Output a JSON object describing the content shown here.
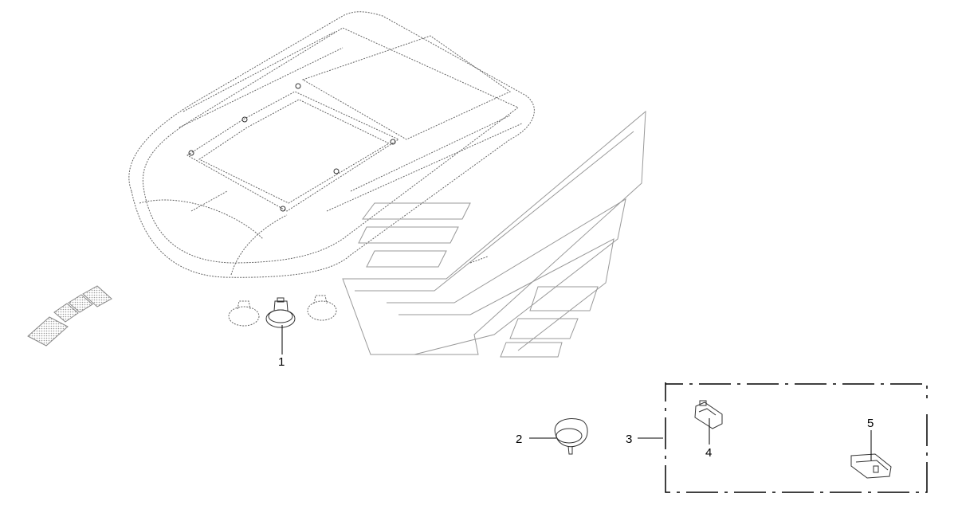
{
  "diagram": {
    "callouts": [
      {
        "id": "1",
        "label": "1"
      },
      {
        "id": "2",
        "label": "2"
      },
      {
        "id": "3",
        "label": "3"
      },
      {
        "id": "4",
        "label": "4"
      },
      {
        "id": "5",
        "label": "5"
      }
    ],
    "parts": [
      "roof-hood",
      "cab-frame-outline",
      "direction-arrow",
      "lamp-left",
      "lamp-center",
      "lamp-right",
      "lamp-single",
      "wiring-harness",
      "harness-connector-a",
      "harness-connector-b",
      "kit-boundary"
    ],
    "colors": {
      "ink": "#000000",
      "outline": "#666666",
      "ghost": "#999999",
      "fill_dots": "#bdbdbd"
    }
  }
}
